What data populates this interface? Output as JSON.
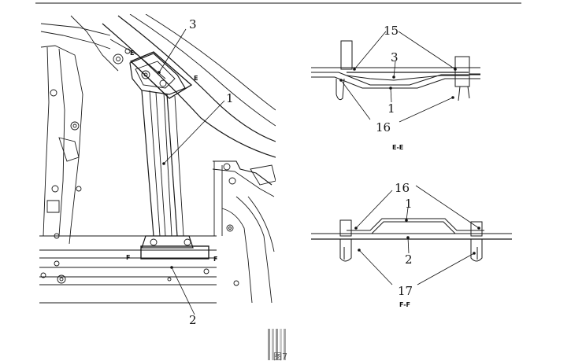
{
  "main_view": {
    "callouts": {
      "c1": "1",
      "c2": "2",
      "c3": "3"
    },
    "section_marks": {
      "e1": "E",
      "e2": "E",
      "f1": "F",
      "f2": "F"
    }
  },
  "section_ee": {
    "labels": {
      "n15": "15",
      "n3": "3",
      "n1": "1",
      "n16": "16"
    },
    "title": "E-E"
  },
  "section_ff": {
    "labels": {
      "n16": "16",
      "n1": "1",
      "n2": "2",
      "n17": "17"
    },
    "title": "F-F"
  },
  "figure": {
    "caption": "图7"
  }
}
